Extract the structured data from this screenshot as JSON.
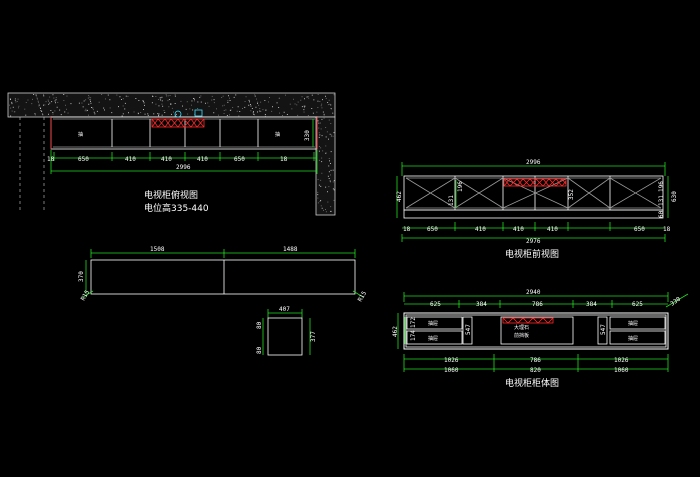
{
  "top_view": {
    "caption1": "电视柜俯视图",
    "caption2": "电位高335-440",
    "depth": "330",
    "segments": [
      "18",
      "650",
      "410",
      "410",
      "410",
      "650",
      "18"
    ],
    "total": "2996",
    "drawer_label_left": "抽",
    "drawer_label_right": "抽"
  },
  "front_view": {
    "caption": "电视柜前视图",
    "top_total": "2996",
    "bottom_total": "2976",
    "segments": [
      "18",
      "650",
      "410",
      "410",
      "410",
      "650",
      "18"
    ],
    "left_heights": [
      "462",
      "131",
      "196"
    ],
    "right_heights": [
      "630",
      "196",
      "131",
      "60"
    ],
    "mid_height": "352"
  },
  "slab_view": {
    "left_width": "1508",
    "right_width": "1488",
    "height": "370",
    "left_mark": "R15",
    "right_mark": "R15"
  },
  "box_view": {
    "width": "407",
    "left_dims": [
      "80",
      "80"
    ],
    "right_dim": "377"
  },
  "body_view": {
    "caption": "电视柜柜体图",
    "top_total": "2940",
    "side_dim": "330",
    "top_segments": [
      "625",
      "384",
      "786",
      "384",
      "625"
    ],
    "left_heights": [
      "462",
      "174",
      "172"
    ],
    "inner_dims": [
      "547",
      "547"
    ],
    "bottom_row1": [
      "1026",
      "786",
      "1026"
    ],
    "bottom_row2": [
      "1060",
      "820",
      "1060"
    ],
    "labels_left": [
      "抽屉",
      "抽屉"
    ],
    "labels_center": [
      "大理石",
      "前挡板"
    ],
    "labels_right": [
      "抽屉",
      "抽屉"
    ]
  }
}
